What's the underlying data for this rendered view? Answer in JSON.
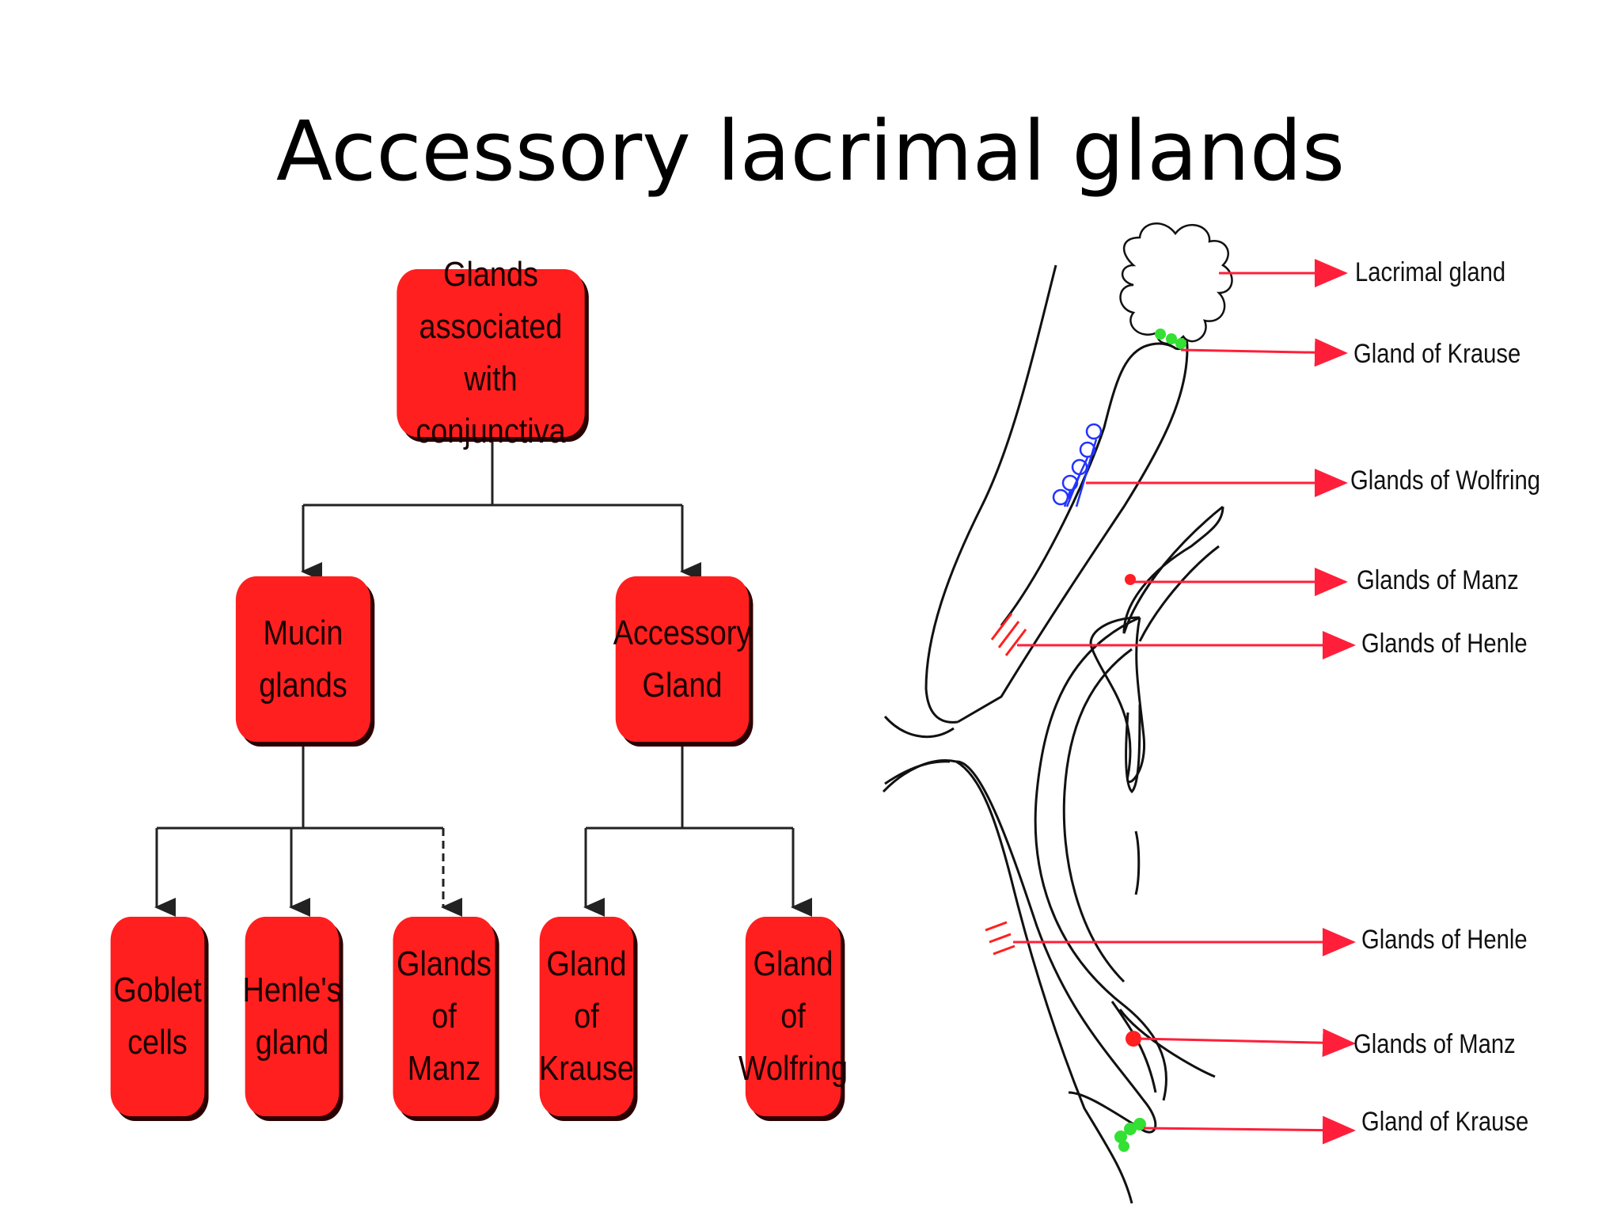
{
  "title": "Accessory lacrimal glands",
  "flowchart": {
    "root": "Glands associated\nwith conjunctiva",
    "mucin": "Mucin glands",
    "accessory": "Accessory\nGland",
    "goblet": "Goblet\ncells",
    "henle": "Henle's\ngland",
    "manz": "Glands of\nManz",
    "krause": "Gland of\nKrause",
    "wolfring": "Gland of\nWolfring"
  },
  "anatomy": {
    "labels": {
      "lacrimal_gland": "Lacrimal gland",
      "krause_upper": "Gland of Krause",
      "wolfring": "Glands of Wolfring",
      "manz_upper": "Glands of Manz",
      "henle_upper": "Glands of Henle",
      "henle_lower": "Glands of Henle",
      "manz_lower": "Glands of Manz",
      "krause_lower": "Gland of Krause"
    }
  },
  "colors": {
    "box_fill": "#ff1f1f",
    "arrow": "#ff1f3a",
    "krause_dots": "#33e033",
    "wolfring_glands": "#2233ff",
    "manz_dot": "#ff1f1f"
  }
}
